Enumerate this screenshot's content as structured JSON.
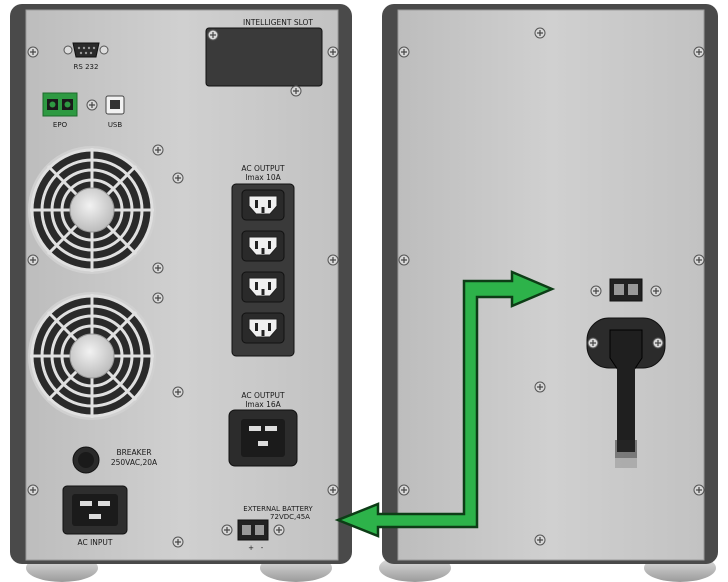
{
  "labels": {
    "intelligent_slot": "INTELLIGENT SLOT",
    "rs232": "RS 232",
    "epo": "EPO",
    "usb": "USB",
    "ac_output_1_line1": "AC OUTPUT",
    "ac_output_1_line2": "Imax 10A",
    "ac_output_2_line1": "AC OUTPUT",
    "ac_output_2_line2": "Imax 16A",
    "breaker_line1": "BREAKER",
    "breaker_line2": "250VAC,20A",
    "ac_input": "AC INPUT",
    "ext_battery_line1": "EXTERNAL BATTERY",
    "ext_battery_line2": "72VDC,45A",
    "plus": "+",
    "minus": "-"
  },
  "colors": {
    "panel": "#c9c9c9",
    "frame": "#4a4a4a",
    "arrow": "#2db34a",
    "epo_terminal": "#2e9a42"
  }
}
